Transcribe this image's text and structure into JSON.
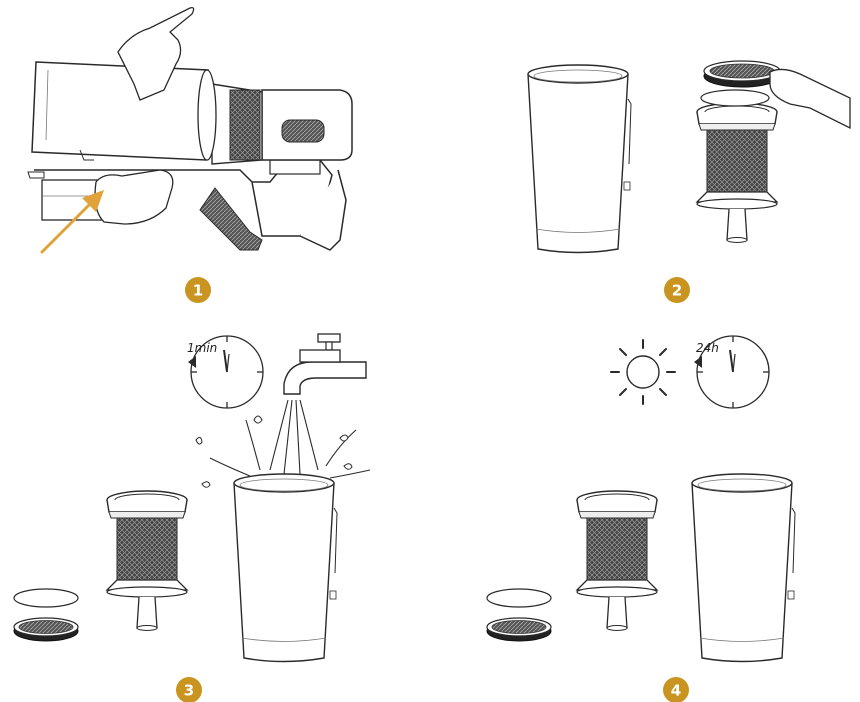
{
  "colors": {
    "badge": "#c9941f",
    "arrow": "#e2a23a",
    "line": "#2a2a2a",
    "mesh": "#3a3a3a",
    "filter_dark": "#222222"
  },
  "steps": [
    {
      "number": "1"
    },
    {
      "number": "2"
    },
    {
      "number": "3"
    },
    {
      "number": "4"
    }
  ],
  "timers": {
    "wash": "1min",
    "dry": "24h"
  },
  "icons": [
    "sun-icon",
    "tap-icon",
    "clock-icon",
    "hand-icon",
    "arrow-icon"
  ]
}
